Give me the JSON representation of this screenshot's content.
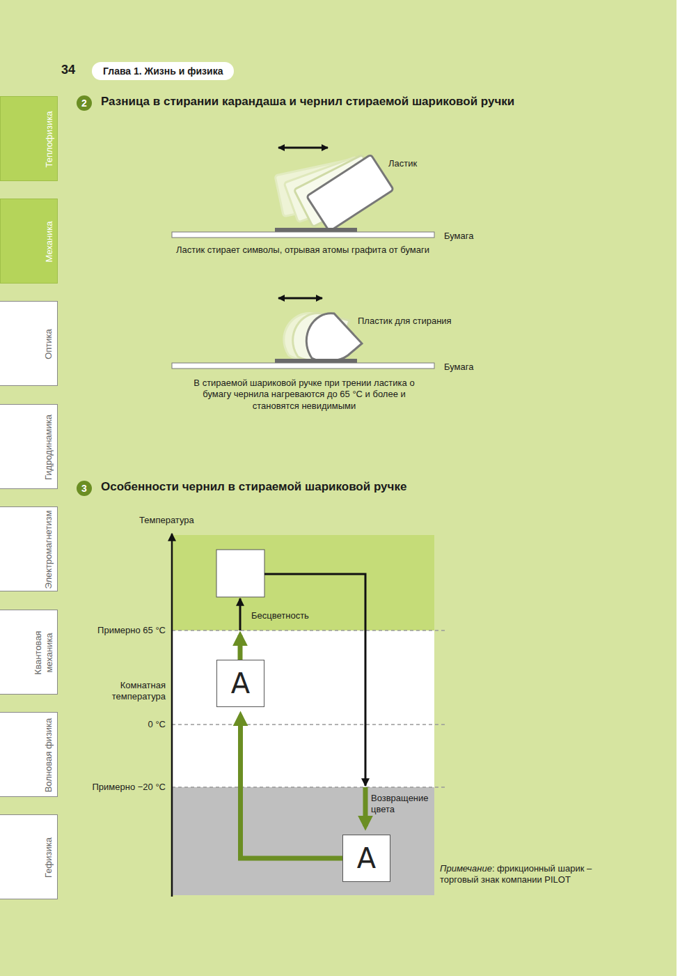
{
  "diagram": {
    "nodes": [
      {
        "text": [
          "Глава 1. Жизнь и физика"
        ]
      },
      {
        "text": [
          "2",
          "Разница в стирании карандаша и чернил стираемой шариковой ручки"
        ]
      },
      {
        "text": [
          "3",
          "Особенности чернил в стираемой шариковой ручке"
        ]
      },
      {
        "text": [
          "A"
        ]
      },
      {
        "text": [
          "A"
        ]
      },
      {
        "text": [
          "Теплофизика"
        ]
      },
      {
        "text": [
          "Механика"
        ]
      },
      {
        "text": [
          "Оптика"
        ]
      },
      {
        "text": [
          "Гидродинамика"
        ]
      },
      {
        "text": [
          "Электромагнетизм"
        ]
      },
      {
        "text": [
          "Квантовая механика"
        ]
      },
      {
        "text": [
          "Волновая физика"
        ]
      },
      {
        "text": [
          "Гефизика"
        ]
      }
    ],
    "edges": [
      {
        "from": 4,
        "to": 3,
        "arrow": "to"
      }
    ],
    "labels": [
      "34",
      "Ластик",
      "Бумага",
      "Ластик стирает символы, отрывая атомы графита от бумаги",
      "Пластик для стирания",
      "Бумага",
      "В стираемой шариковой ручке при трении ластика о бумагу чернила нагреваются до 65 °C и более и становятся невидимыми",
      "Температура",
      "Бесцветность",
      "Примерно 65 °C",
      "Комнатная температура",
      "0 °C",
      "Примерно −20 °C",
      "Возвращение цвета",
      "Примечание",
      ": фрикционный шарик – торговый знак компании PILOT"
    ]
  }
}
